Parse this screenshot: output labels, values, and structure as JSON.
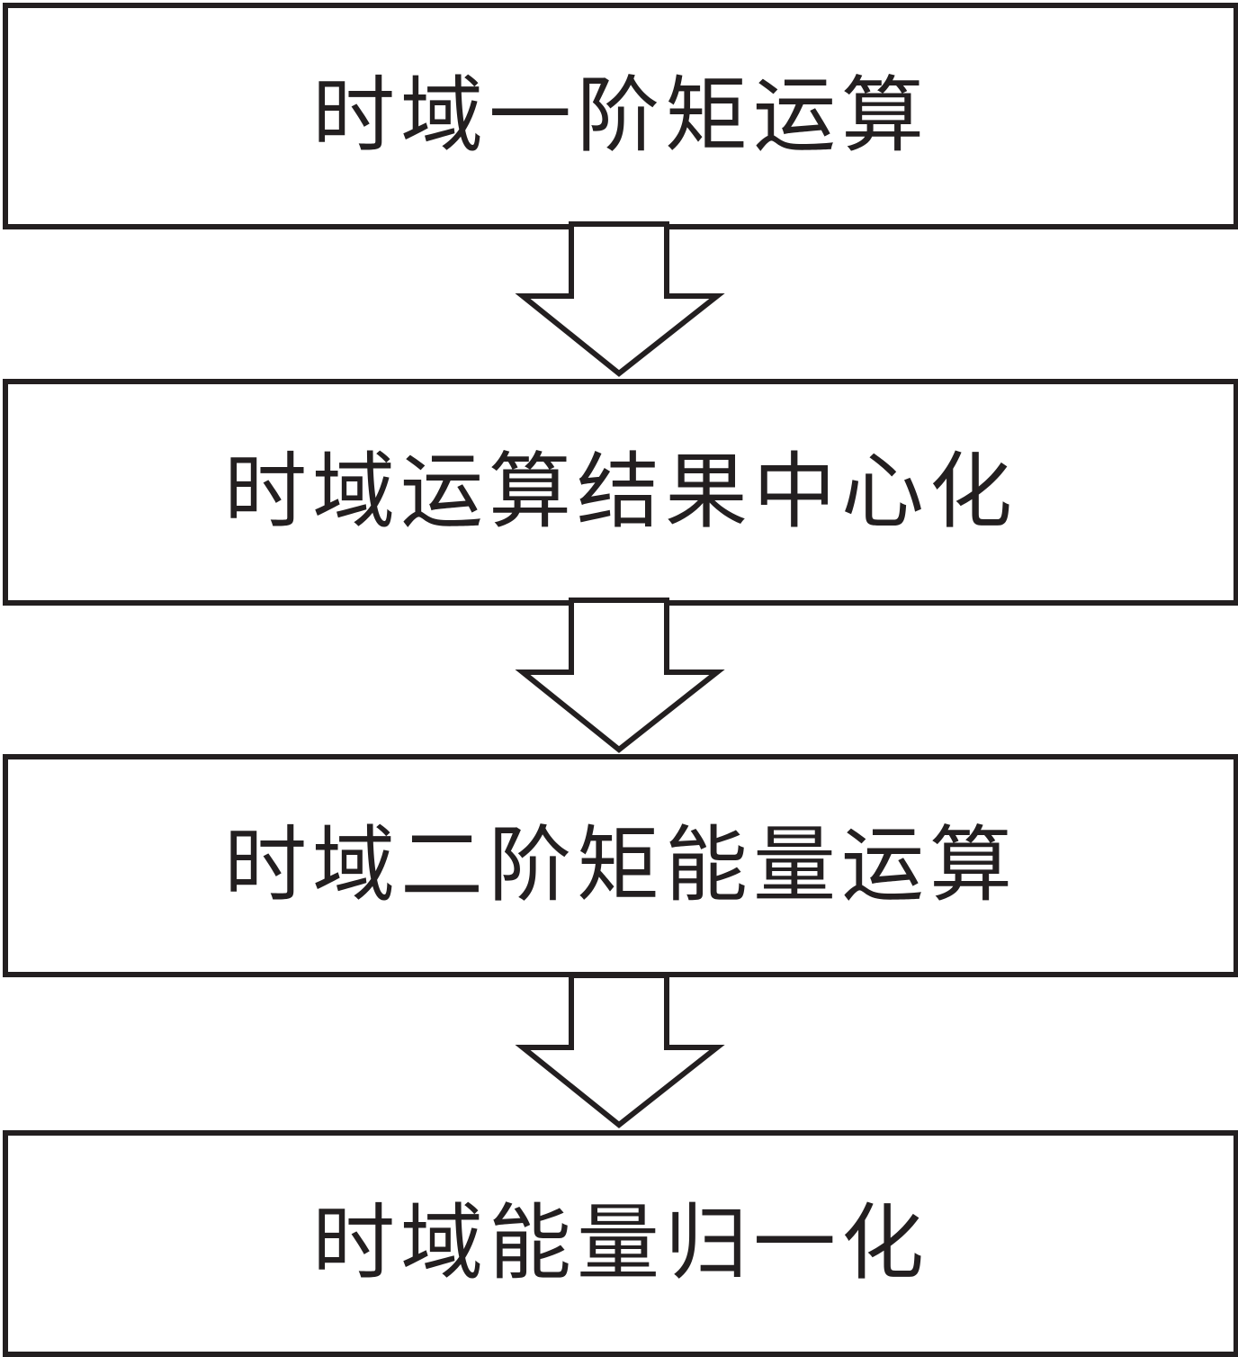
{
  "diagram": {
    "steps": [
      {
        "label": "时域一阶矩运算"
      },
      {
        "label": "时域运算结果中心化"
      },
      {
        "label": "时域二阶矩能量运算"
      },
      {
        "label": "时域能量归一化"
      }
    ],
    "colors": {
      "stroke": "#231f20",
      "fill": "#ffffff"
    }
  }
}
